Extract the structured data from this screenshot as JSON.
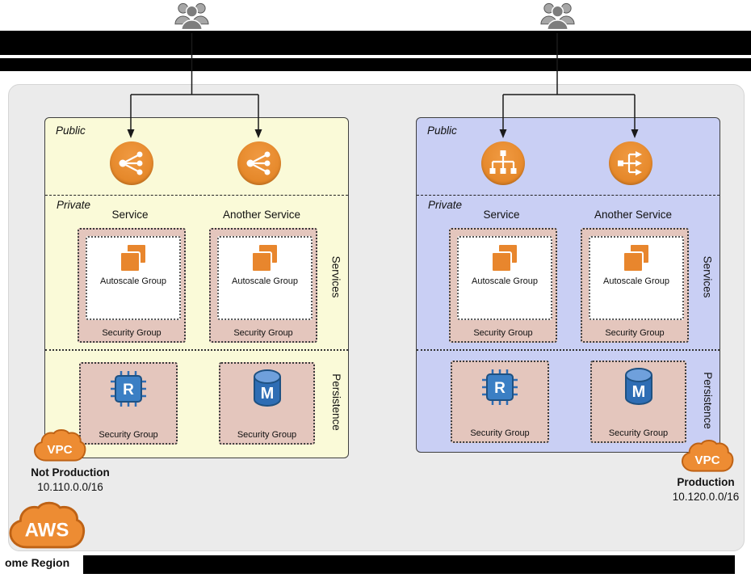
{
  "labels": {
    "public": "Public",
    "private": "Private",
    "services_section": "Services",
    "persistence_section": "Persistence",
    "autoscale_group": "Autoscale Group",
    "security_group": "Security Group",
    "vpc_badge": "VPC",
    "aws_badge": "AWS",
    "region_text": "ome Region"
  },
  "vpcs": [
    {
      "name": "Not Production",
      "cidr": "10.110.0.0/16",
      "fill": "#FAFAD8",
      "services": [
        {
          "title": "Service"
        },
        {
          "title": "Another Service"
        }
      ]
    },
    {
      "name": "Production",
      "cidr": "10.120.0.0/16",
      "fill": "#C9CFF4",
      "services": [
        {
          "title": "Service"
        },
        {
          "title": "Another Service"
        }
      ]
    }
  ],
  "icons": {
    "users": "users-group-icon",
    "load_balancer": "load-balancer-icon",
    "instances": "ec2-instances-icon",
    "cache_letter": "R",
    "database_letter": "M",
    "vpc_cloud": "vpc-cloud-icon",
    "aws_cloud": "aws-cloud-icon"
  },
  "colors": {
    "region_fill": "#EBEBEB",
    "vpc_left_fill": "#FAFAD8",
    "vpc_right_fill": "#C9CFF4",
    "security_group_fill": "#E4C6BD",
    "aws_orange": "#E8862D",
    "icon_blue": "#2E6DB4",
    "redaction_black": "#000000"
  }
}
